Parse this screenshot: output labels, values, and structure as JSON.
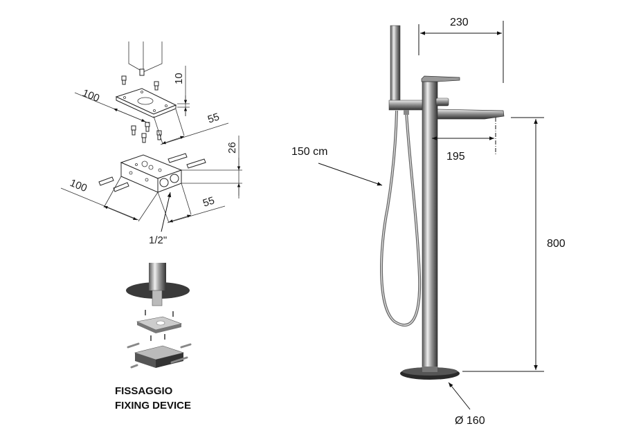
{
  "installation_detail": {
    "dimensions": {
      "plate_width": "100",
      "plate_thickness": "10",
      "plate_depth": "55",
      "block_height": "26",
      "block_width": "100",
      "block_depth": "55",
      "thread_size": "1/2\""
    },
    "caption_line1": "FISSAGGIO",
    "caption_line2": "FIXING DEVICE"
  },
  "mixer_drawing": {
    "dimensions": {
      "reach_total": "230",
      "spout_reach": "195",
      "hose_length": "150 cm",
      "height": "800",
      "base_diameter": "Ø 160"
    }
  },
  "colors": {
    "line": "#111111",
    "chrome_dark": "#3a3a3a",
    "base_disc": "#2a2a2a"
  }
}
